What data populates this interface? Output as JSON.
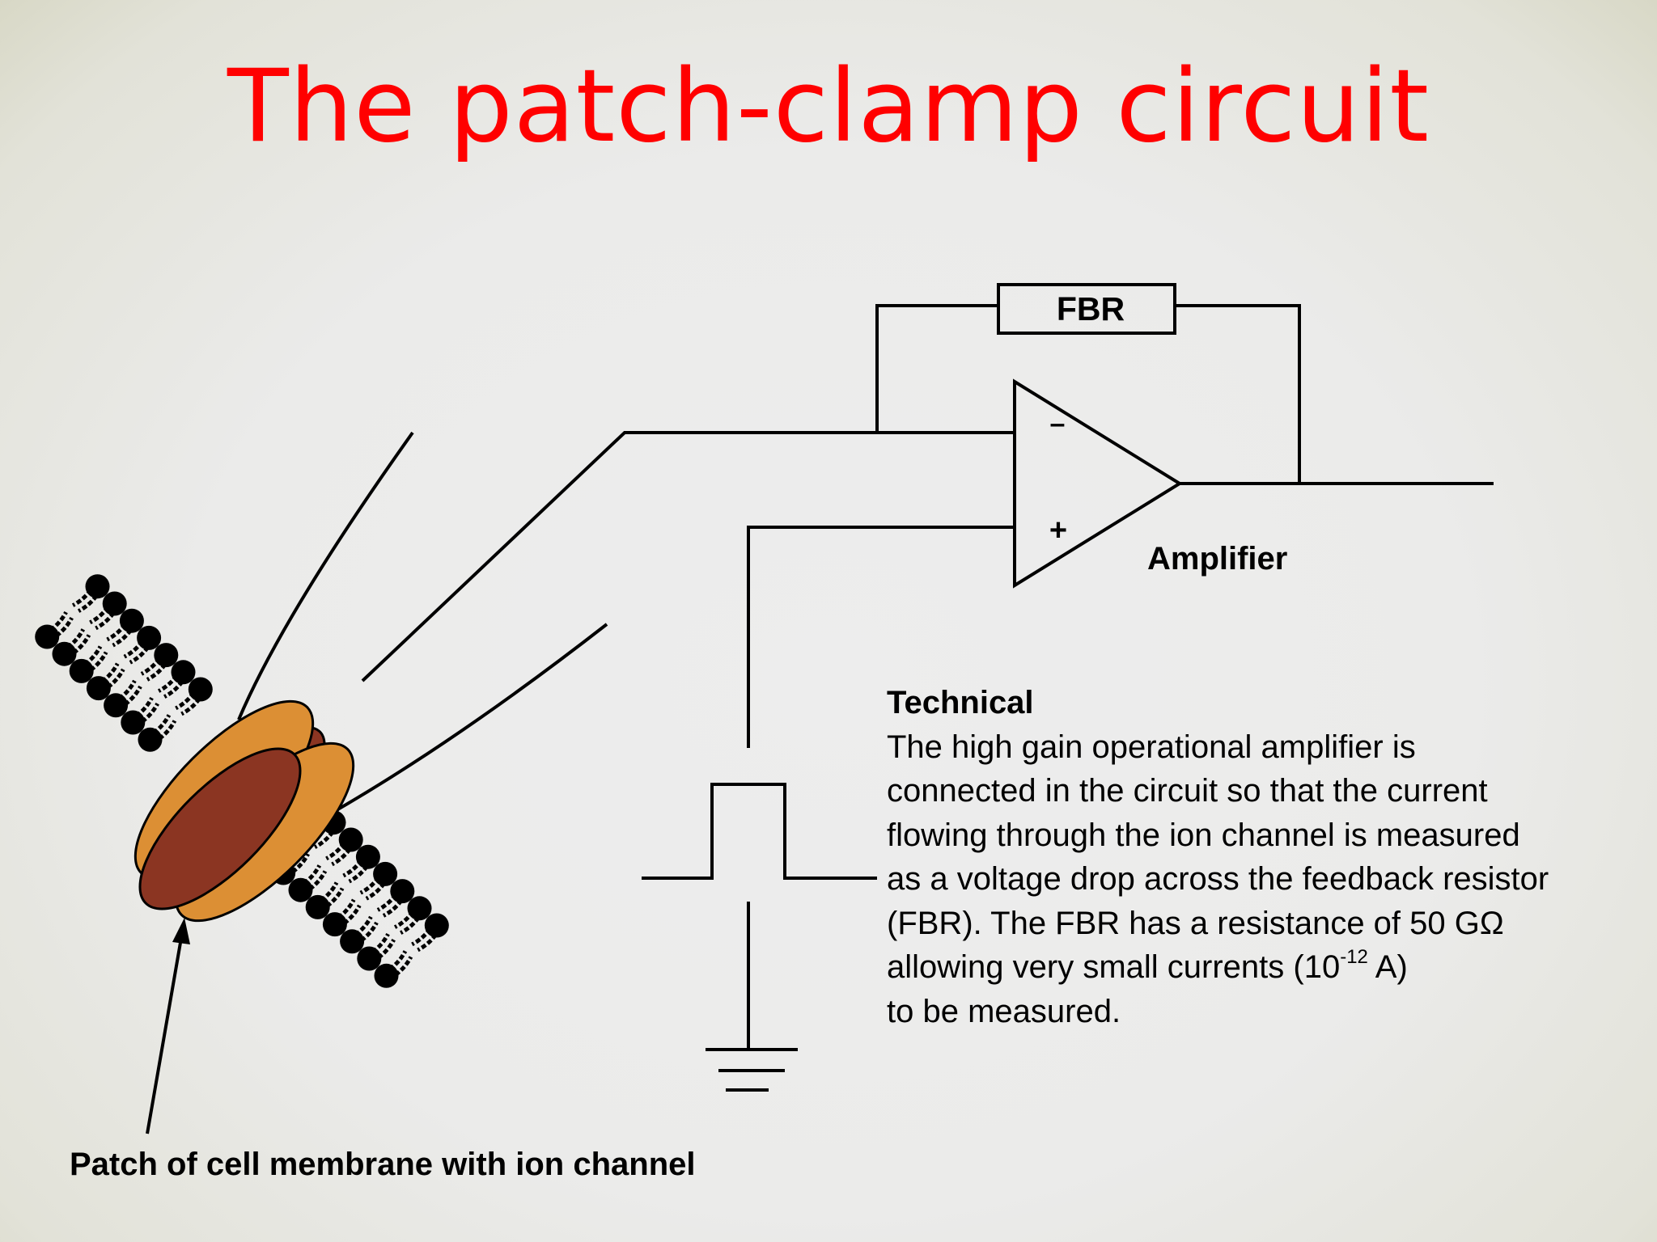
{
  "slide": {
    "title": "The patch-clamp circuit",
    "title_color": "#ff0000"
  },
  "circuit": {
    "resistor_label": "FBR",
    "inverting_sign": "–",
    "noninverting_sign": "+",
    "amplifier_label": "Amplifier"
  },
  "technical": {
    "heading": "Technical",
    "line1": "The high gain operational amplifier is",
    "line2": "connected in the circuit so that the current",
    "line3": "flowing through the ion channel is measured",
    "line4": "as a voltage drop across the feedback resistor",
    "line5": "(FBR).  The FBR has a resistance of 50 GΩ",
    "line6_before": "allowing very small currents (10",
    "line6_sup": "-12",
    "line6_after": " A)",
    "line7": "to be measured."
  },
  "membrane": {
    "caption": "Patch of cell membrane with ion channel",
    "channel_colors": {
      "orange": "#dc8f34",
      "dark_red": "#8b3522",
      "lipid": "#000000"
    }
  }
}
